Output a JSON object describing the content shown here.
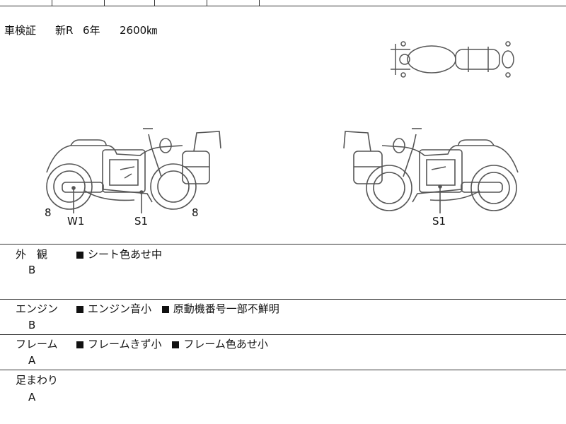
{
  "header_info": {
    "label": "車検証",
    "status": "新R",
    "years": "6年",
    "distance": "2600㎞"
  },
  "callouts": {
    "left_front": "8",
    "left_w1": "W1",
    "left_s1": "S1",
    "left_rear": "8",
    "right_s1": "S1"
  },
  "sections": [
    {
      "title": "外　観",
      "grade": "B",
      "notes": [
        "シート色あせ中"
      ]
    },
    {
      "title": "エンジン",
      "grade": "B",
      "notes": [
        "エンジン音小",
        "原動機番号一部不鮮明"
      ]
    },
    {
      "title": "フレーム",
      "grade": "A",
      "notes": [
        "フレームきず小",
        "フレーム色あせ小"
      ]
    },
    {
      "title": "足まわり",
      "grade": "A",
      "notes": []
    }
  ],
  "colors": {
    "line": "#333333",
    "drawing": "#555555"
  }
}
